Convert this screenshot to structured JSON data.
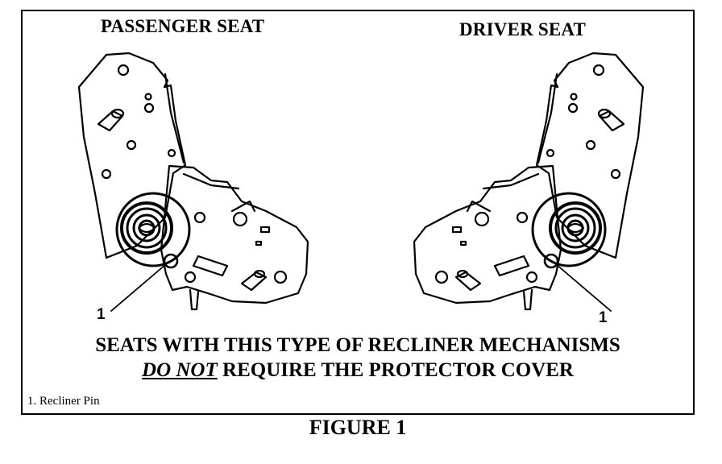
{
  "labels": {
    "passenger_seat": "PASSENGER SEAT",
    "driver_seat": "DRIVER SEAT",
    "callout_left": "1",
    "callout_right": "1"
  },
  "note": {
    "line1": "SEATS WITH THIS TYPE OF RECLINER MECHANISMS",
    "line2_emphasis": "DO NOT",
    "line2_rest": " REQUIRE THE PROTECTOR COVER"
  },
  "legend": "1. Recliner Pin",
  "caption": "FIGURE 1"
}
